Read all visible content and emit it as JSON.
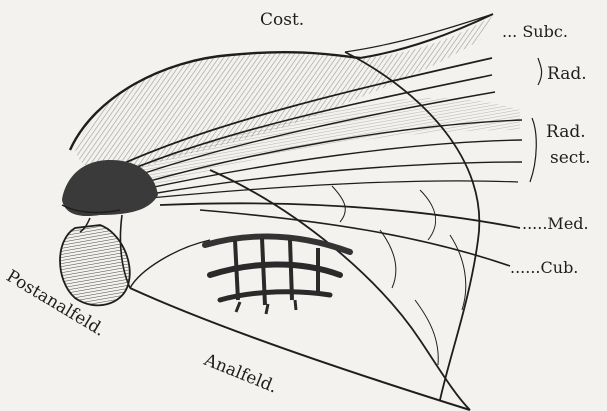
{
  "figure": {
    "colors": {
      "ink": "#1e1e1e",
      "paper": "#f4f2ee",
      "shade": "#6c6c6c"
    },
    "labels": {
      "cost": "Cost.",
      "subc": "... Subc.",
      "rad": "Rad.",
      "rad_sect_1": "Rad.",
      "rad_sect_2": "sect.",
      "med": ".....Med.",
      "cub": "......Cub.",
      "postanalfeld": "Postanalfeld.",
      "analfeld": "Analfeld."
    }
  }
}
